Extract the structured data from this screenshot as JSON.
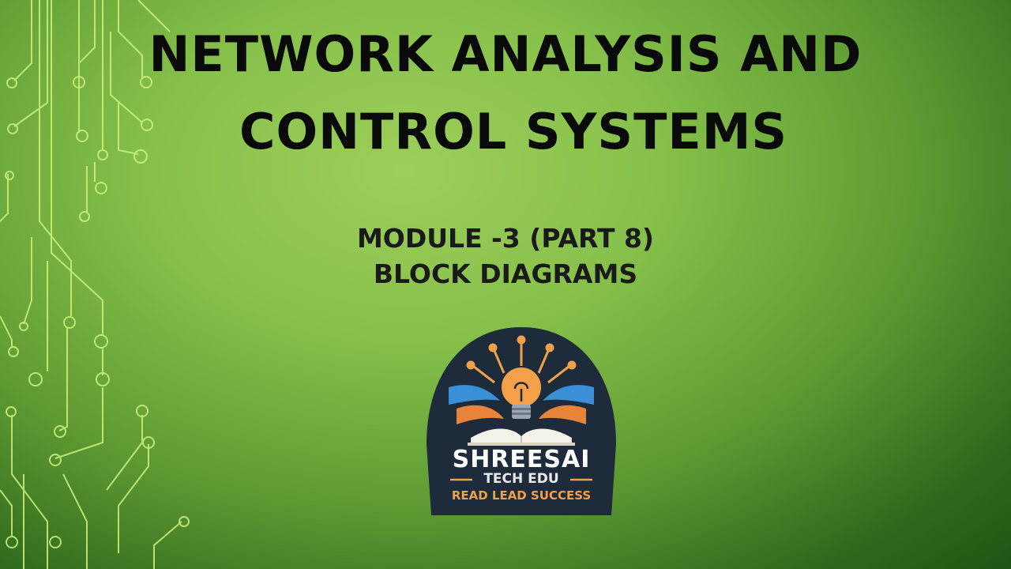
{
  "slide": {
    "title_line1": "NETWORK ANALYSIS AND",
    "title_line2": "CONTROL SYSTEMS",
    "subtitle_line1": "MODULE -3 (PART 8)",
    "subtitle_line2": "BLOCK DIAGRAMS"
  },
  "logo": {
    "name": "SHREESAI",
    "subname": "TECH EDU",
    "tagline": "READ LEAD SUCCESS"
  },
  "colors": {
    "background": "#86c04a",
    "circuit": "#c9f07a",
    "logo_bg": "#1e2b3a",
    "logo_accent": "#f0a04a"
  }
}
